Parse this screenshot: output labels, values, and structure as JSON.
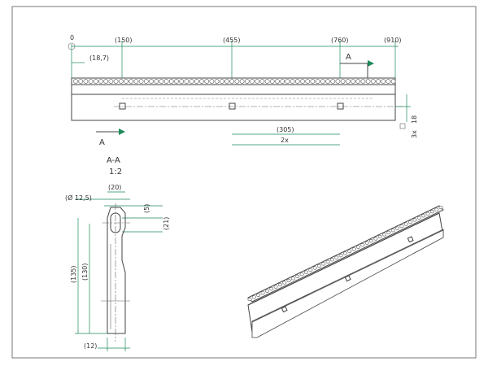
{
  "top_view": {
    "origin_label": "0",
    "x_labels": [
      "(150)",
      "(455)",
      "(760)",
      "(910)"
    ],
    "offset_label": "(18,7)",
    "section_marker_top": "A",
    "section_marker_bottom": "A",
    "spacing_label": "(305)",
    "count_label": "2x",
    "height_label_1": "18",
    "height_label_2": "3x"
  },
  "section_view": {
    "title": "A-A",
    "scale": "1:2",
    "diameter_label": "(Ø 12,5)",
    "width_top_label": "(20)",
    "offset_5_label": "(5)",
    "offset_21_label": "(21)",
    "height_135_label": "(135)",
    "height_130_label": "(130)",
    "width_bottom_label": "(12)"
  }
}
